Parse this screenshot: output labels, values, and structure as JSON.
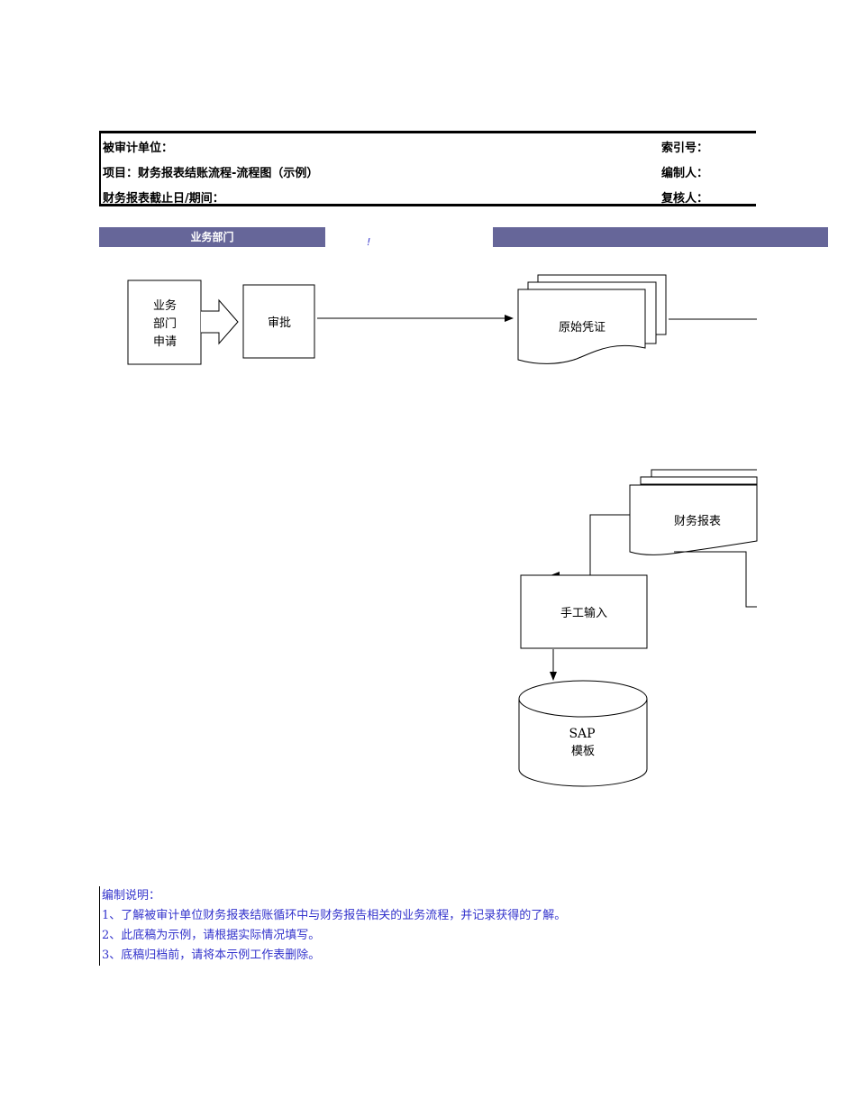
{
  "header": {
    "audited_unit_label": "被审计单位：",
    "project_label": "项目：财务报表结账流程-流程图（示例）",
    "period_label": "财务报表截止日/期间：",
    "index_label": "索引号：",
    "preparer_label": "编制人：",
    "reviewer_label": "复核人："
  },
  "lanes": {
    "left_title": "业务部门",
    "right_title": "",
    "marker": "!"
  },
  "nodes": {
    "dept_request": [
      "业务",
      "部门",
      "申请"
    ],
    "approve": "审批",
    "original_voucher": "原始凭证",
    "financial_report": "财务报表",
    "manual_input": "手工输入",
    "sap_line1": "SAP",
    "sap_line2": "模板"
  },
  "notes": {
    "title": "编制说明：",
    "items": [
      "1、了解被审计单位财务报表结账循环中与财务报告相关的业务流程，并记录获得的了解。",
      "2、此底稿为示例，请根据实际情况填写。",
      "3、底稿归档前，请将本示例工作表删除。"
    ]
  },
  "colors": {
    "lane_band": "#666699",
    "notes_text": "#3333cc"
  }
}
